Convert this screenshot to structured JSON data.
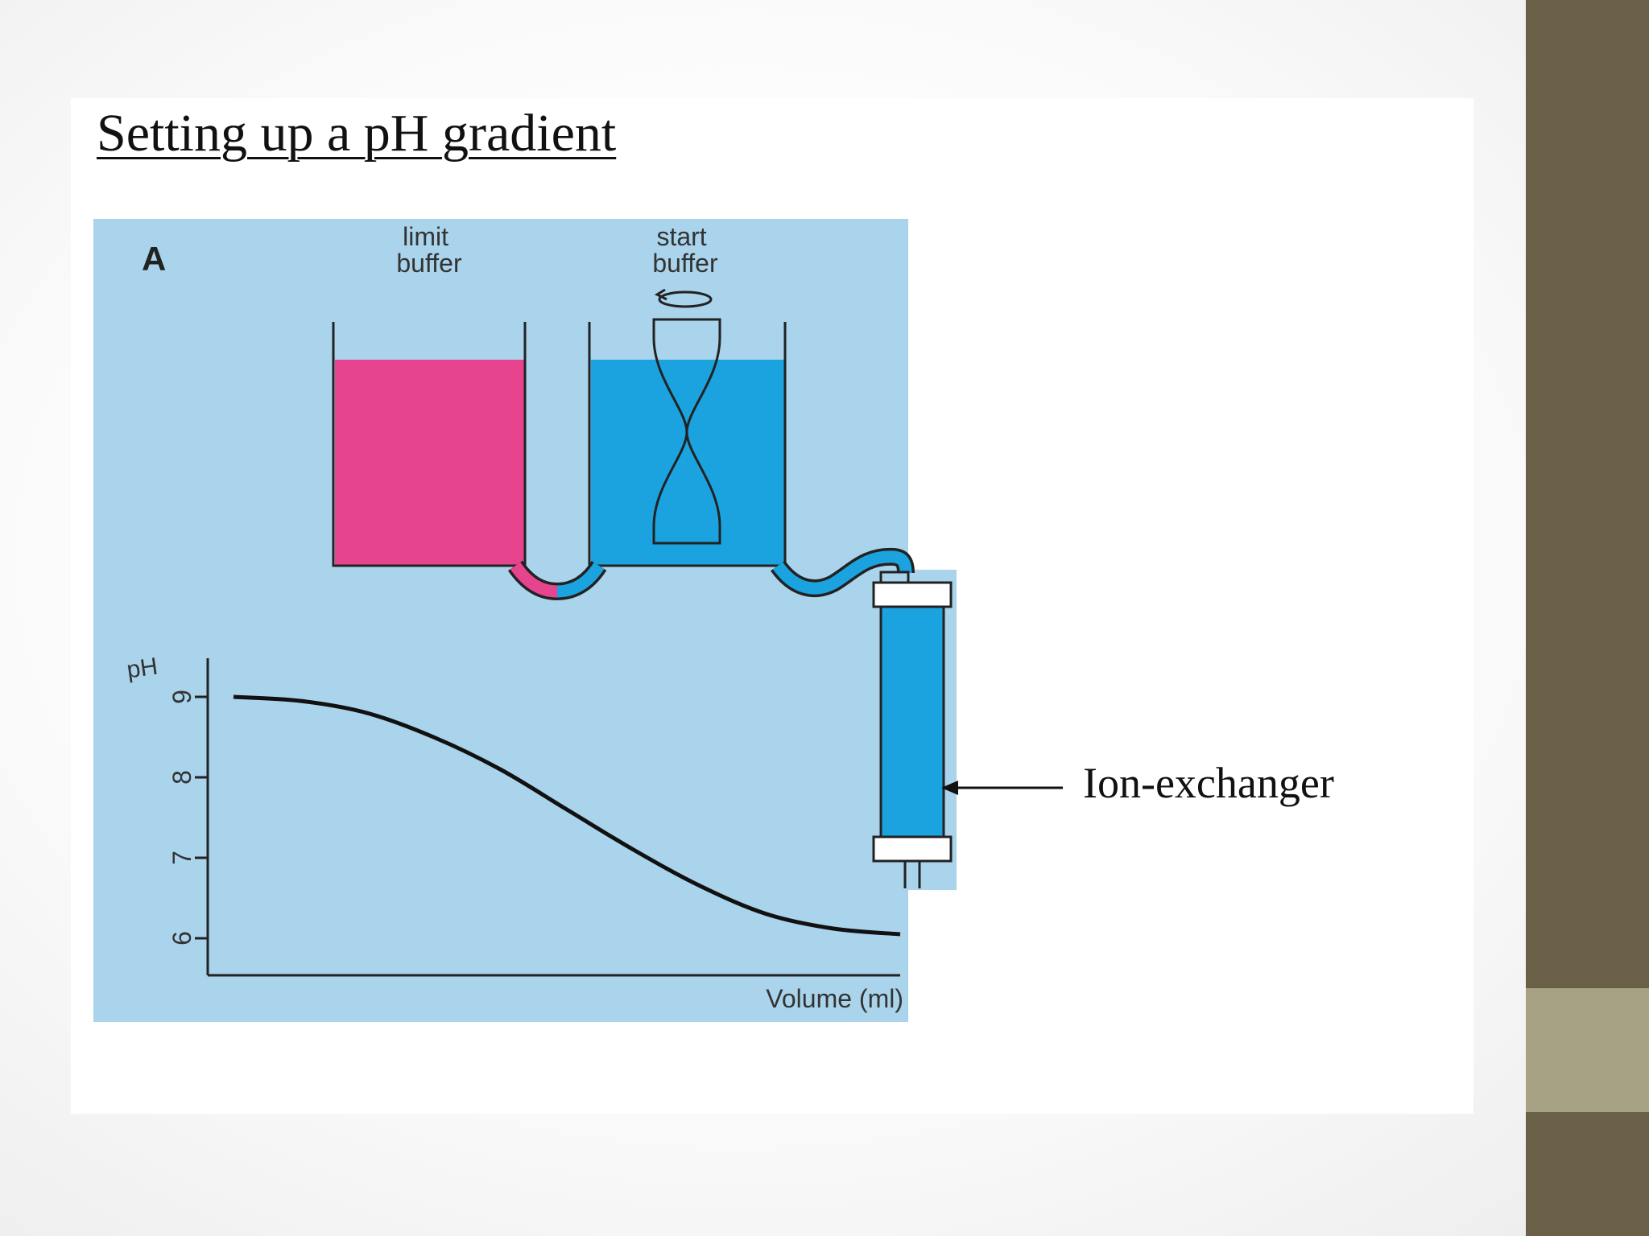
{
  "slide": {
    "title": "Setting up a pH gradient",
    "callout_label": "Ion-exchanger"
  },
  "diagram": {
    "panel_letter": "A",
    "limit_buffer_label": [
      "limit",
      "buffer"
    ],
    "start_buffer_label": [
      "start",
      "buffer"
    ],
    "colors": {
      "panel_background": "#a9d4ec",
      "limit_buffer_fill": "#e6448e",
      "start_buffer_fill": "#1ba3e0",
      "ion_exchanger_fill": "#1ba3e0",
      "sidebar_dark": "#6a5f47",
      "sidebar_light": "#a8a284"
    }
  },
  "chart_data": {
    "type": "line",
    "title": "",
    "xlabel": "Volume (ml)",
    "ylabel": "pH",
    "yticks": [
      9,
      8,
      7,
      6
    ],
    "ylim": [
      5.5,
      9.5
    ],
    "x_labeled": false,
    "grid": false,
    "series": [
      {
        "x": [
          0,
          0.1,
          0.2,
          0.3,
          0.4,
          0.5,
          0.6,
          0.7,
          0.8,
          0.9,
          1.0
        ],
        "y": [
          9.0,
          8.95,
          8.8,
          8.5,
          8.1,
          7.6,
          7.1,
          6.65,
          6.3,
          6.12,
          6.05
        ]
      }
    ]
  }
}
